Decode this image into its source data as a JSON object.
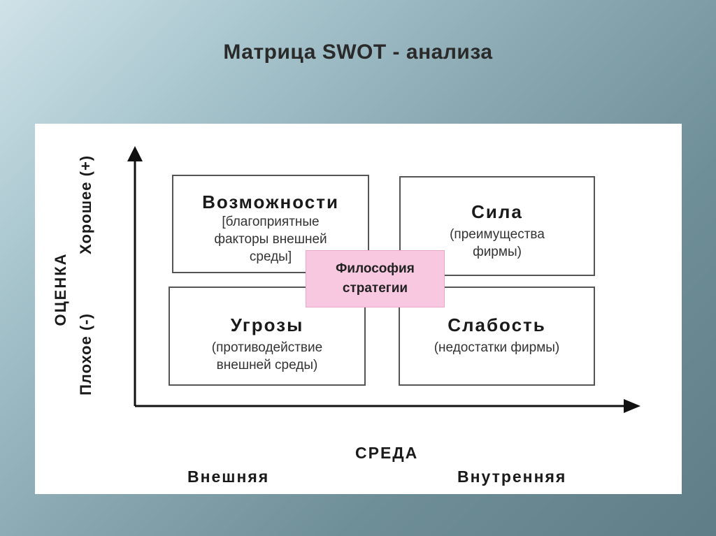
{
  "title": "Матрица SWOT - анализа",
  "y_axis": {
    "label": "ОЦЕНКА",
    "top_label": "Хорошее (+)",
    "bottom_label": "Плохое (-)"
  },
  "x_axis": {
    "label": "СРЕДА",
    "left_label": "Внешняя",
    "right_label": "Внутренняя"
  },
  "quadrants": {
    "opportunities": {
      "title": "Возможности",
      "description": "[благоприятные факторы внешней среды]"
    },
    "strengths": {
      "title": "Сила",
      "description": "(преимущества фирмы)"
    },
    "threats": {
      "title": "Угрозы",
      "description": "(противодействие внешней среды)"
    },
    "weaknesses": {
      "title": "Слабость",
      "description": "(недостатки фирмы)"
    }
  },
  "center": {
    "label": "Философия стратегии"
  },
  "colors": {
    "background_gradient_start": "#cfe2e8",
    "background_gradient_end": "#5f7d86",
    "center_fill": "#f8c8e0",
    "box_border": "#555555",
    "axis": "#111111"
  }
}
